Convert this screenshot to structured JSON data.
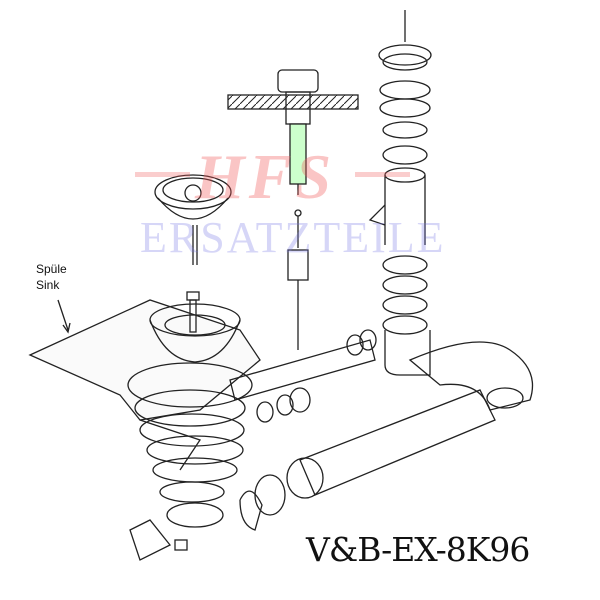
{
  "labels": {
    "sink_de": "Spüle",
    "sink_en": "Sink"
  },
  "model_code": "V&B-EX-8K96",
  "watermark": {
    "line1": "HFS",
    "line2": "ERSATZTEILE"
  },
  "colors": {
    "line": "#222222",
    "watermark_red": "#f05a5a",
    "watermark_blue": "#7878e6"
  }
}
